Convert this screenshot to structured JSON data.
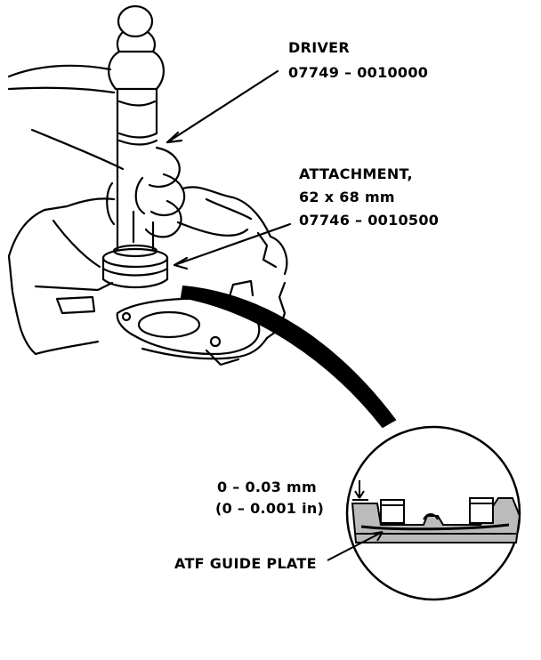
{
  "driver": {
    "name": "DRIVER",
    "part_number": "07749 – 0010000"
  },
  "attachment": {
    "name": "ATTACHMENT,",
    "size": "62 x 68 mm",
    "part_number": "07746 – 0010500"
  },
  "clearance": {
    "metric": "0 – 0.03 mm",
    "imperial": "(0 – 0.001 in)"
  },
  "guide_plate_label": "ATF GUIDE PLATE"
}
